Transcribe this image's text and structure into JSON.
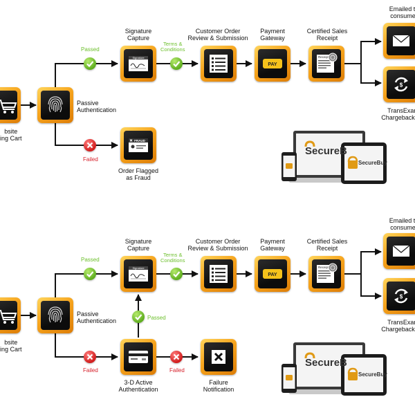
{
  "top": {
    "cart_label": [
      "bsite",
      "ing Cart"
    ],
    "passive_label": [
      "Passive",
      "Authentication"
    ],
    "passed": "Passed",
    "failed": "Failed",
    "signature_label": [
      "Signature",
      "Capture"
    ],
    "terms": [
      "Terms &",
      "Conditions"
    ],
    "order_label": [
      "Customer Order",
      "Review & Submission"
    ],
    "payment_label": [
      "Payment",
      "Gateway"
    ],
    "receipt_label": [
      "Certified Sales",
      "Receipt"
    ],
    "emailed_label": [
      "Emailed to",
      "consumer"
    ],
    "transexam_label": [
      "TransExam",
      "Chargeback Ma"
    ],
    "fraud_label": [
      "Order Flagged",
      "as Fraud"
    ],
    "signature_screen_text": "Signature",
    "pay_text": "PAY",
    "receipt_screen_text": "Receipt",
    "fraud_screen_text": "FRAUD",
    "brand_laptop": "SecureB",
    "brand_tablet": "SecureBuy"
  },
  "bottom": {
    "cart_label": [
      "bsite",
      "ing Cart"
    ],
    "passive_label": [
      "Passive",
      "Authentication"
    ],
    "passed_top": "Passed",
    "passed_mid": "Passed",
    "failed_left": "Failed",
    "failed_right": "Failed",
    "signature_label": [
      "Signature",
      "Capture"
    ],
    "terms": [
      "Terms &",
      "Conditions"
    ],
    "order_label": [
      "Customer Order",
      "Review & Submission"
    ],
    "payment_label": [
      "Payment",
      "Gateway"
    ],
    "receipt_label": [
      "Certified Sales",
      "Receipt"
    ],
    "emailed_label": [
      "Emailed to",
      "consumer"
    ],
    "transexam_label": [
      "TransExam",
      "Chargeback Ma"
    ],
    "three_d_label": [
      "3-D Active",
      "Authentication"
    ],
    "failure_label": [
      "Failure",
      "Notification"
    ],
    "signature_screen_text": "Signature",
    "pay_text": "PAY",
    "receipt_screen_text": "Receipt",
    "brand_laptop": "SecureB",
    "brand_tablet": "SecureBuy"
  },
  "colors": {
    "tile_gold": "#f6a41d",
    "tile_inner": "#121212",
    "pass_green": "#6cbf2c",
    "fail_red": "#d6202a",
    "wire": "#111111"
  },
  "icons": {
    "cart": "shopping-cart-icon",
    "passive": "fingerprint-icon",
    "signature": "signature-pad-icon",
    "order": "order-list-icon",
    "payment": "pay-button-icon",
    "receipt": "receipt-seal-icon",
    "email": "envelope-icon",
    "transexam": "refund-cycle-icon",
    "fraud": "fraud-card-icon",
    "three_d": "credit-card-icon",
    "failure": "x-mark-icon"
  }
}
